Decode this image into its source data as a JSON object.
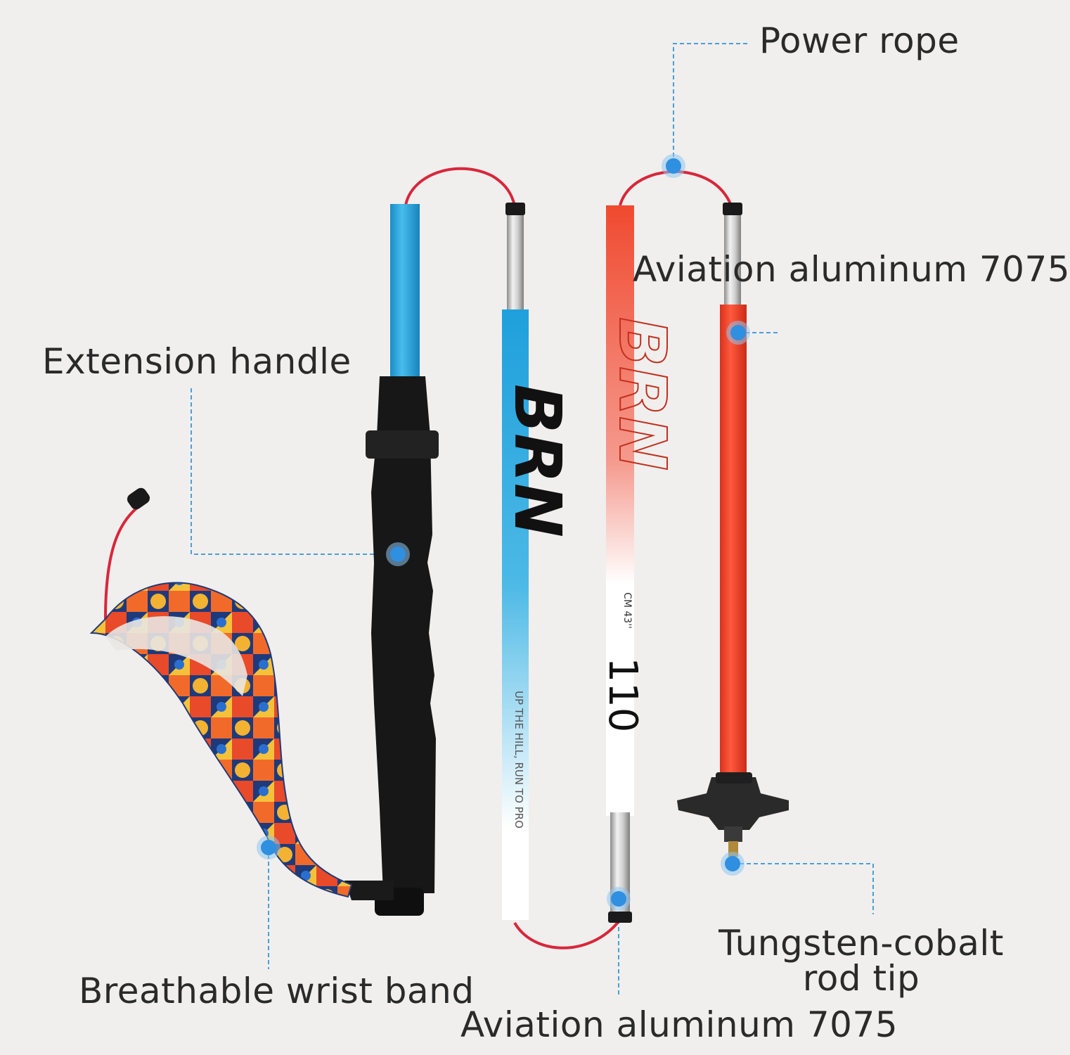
{
  "labels": {
    "power_rope": "Power rope",
    "aviation_top": "Aviation aluminum 7075",
    "extension_handle": "Extension handle",
    "wrist_band": "Breathable wrist band",
    "aviation_bottom": "Aviation aluminum 7075",
    "tungsten_line1": "Tungsten-cobalt",
    "tungsten_line2": "rod tip"
  },
  "pole_text": {
    "brand_mark": "BRN",
    "slogan": "UP THE HILL, RUN TO PRO",
    "length": "110",
    "length_sub": "CM 43''"
  },
  "colors": {
    "background": "#f0efee",
    "leader_line": "#4a9fd8",
    "marker": "#2f8fe0",
    "blue_tube": "#2aa6de",
    "red_tube": "#f0442c",
    "rope": "#d9263a",
    "grip": "#151515"
  },
  "icons": {
    "marker": "callout-dot-icon",
    "wrist_band": "patterned-strap-icon",
    "basket": "pole-basket-icon"
  }
}
